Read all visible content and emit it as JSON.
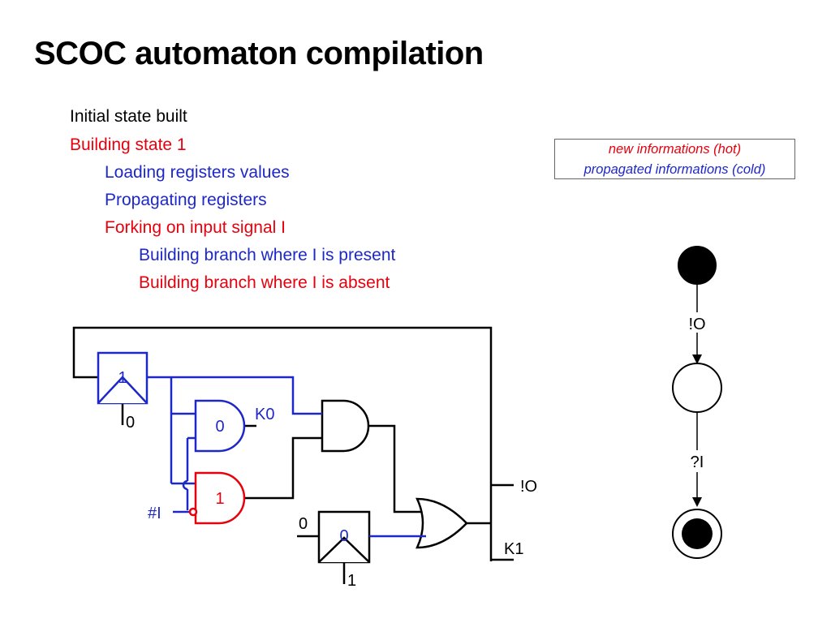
{
  "title": "SCOC automaton compilation",
  "colors": {
    "hot": "#e8000d",
    "cold": "#1e28c8",
    "neutral": "#000000"
  },
  "steps": [
    {
      "text": "Initial state built",
      "color": "neutral"
    },
    {
      "text": "Building state 1",
      "color": "hot"
    },
    {
      "text": "Loading registers values",
      "color": "cold"
    },
    {
      "text": "Propagating registers",
      "color": "cold"
    },
    {
      "text": "Forking on input signal I",
      "color": "hot"
    },
    {
      "text": "Building branch where I is present",
      "color": "cold"
    },
    {
      "text": "Building branch where I is absent",
      "color": "hot"
    }
  ],
  "legend": {
    "hot": "new informations (hot)",
    "cold": "propagated informations (cold)"
  },
  "circuit": {
    "reg1_value": "1",
    "reg1_init": "0",
    "and_top_value": "0",
    "and_top_label": "K0",
    "and_red_value": "1",
    "input_label": "#I",
    "reg2_input": "0",
    "reg2_value": "0",
    "reg2_init": "1",
    "output_label": "!O",
    "k1_label": "K1"
  },
  "automaton": {
    "states": [
      "initial",
      "state-1",
      "final"
    ],
    "transition_1": "!O",
    "transition_2": "?I"
  }
}
